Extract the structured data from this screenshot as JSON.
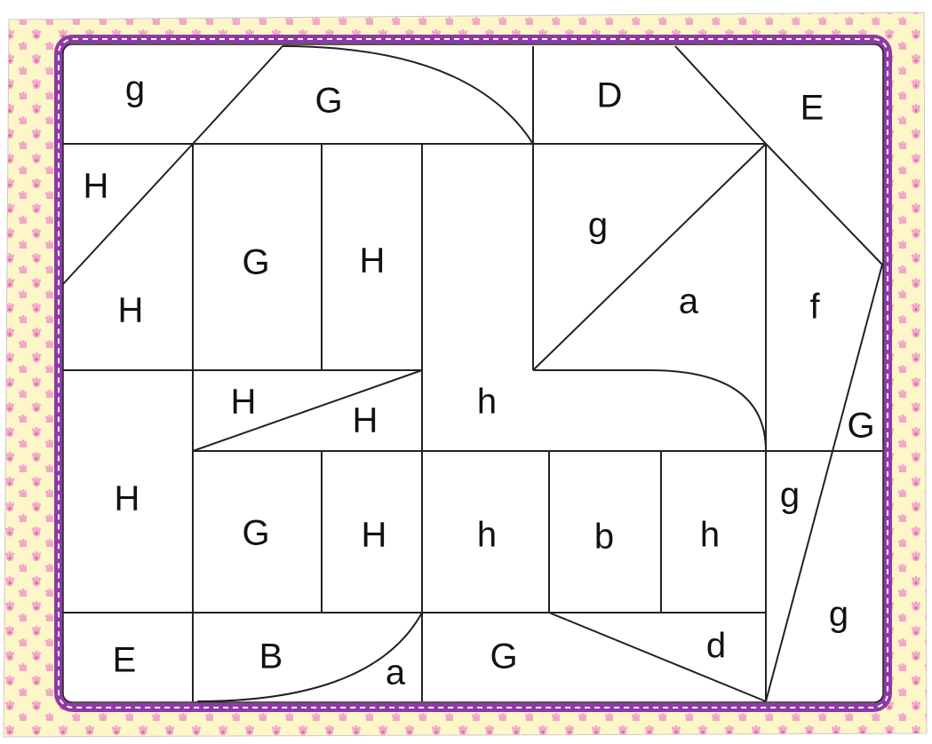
{
  "colors": {
    "background": "#fdf6c8",
    "paw": "#f1a7c7",
    "pawPad": "#d85f97",
    "border": "#8e3aa6",
    "stitch": "#ffffff",
    "line": "#222222",
    "panel": "#ffffff"
  },
  "pattern_icon": "cat-paw-icon",
  "regions": [
    {
      "id": "r1",
      "label": "g"
    },
    {
      "id": "r2",
      "label": "G"
    },
    {
      "id": "r3",
      "label": "D"
    },
    {
      "id": "r4",
      "label": "E"
    },
    {
      "id": "r5",
      "label": "H"
    },
    {
      "id": "r6",
      "label": "H"
    },
    {
      "id": "r7",
      "label": "G"
    },
    {
      "id": "r8",
      "label": "H"
    },
    {
      "id": "r9",
      "label": "g"
    },
    {
      "id": "r10",
      "label": "a"
    },
    {
      "id": "r11",
      "label": "f"
    },
    {
      "id": "r12",
      "label": "H"
    },
    {
      "id": "r13",
      "label": "H"
    },
    {
      "id": "r14",
      "label": "h"
    },
    {
      "id": "r15",
      "label": "G"
    },
    {
      "id": "r16",
      "label": "H"
    },
    {
      "id": "r17",
      "label": "G"
    },
    {
      "id": "r18",
      "label": "H"
    },
    {
      "id": "r19",
      "label": "h"
    },
    {
      "id": "r20",
      "label": "b"
    },
    {
      "id": "r21",
      "label": "h"
    },
    {
      "id": "r22",
      "label": "g"
    },
    {
      "id": "r23",
      "label": "g"
    },
    {
      "id": "r24",
      "label": "E"
    },
    {
      "id": "r25",
      "label": "B"
    },
    {
      "id": "r26",
      "label": "a"
    },
    {
      "id": "r27",
      "label": "G"
    },
    {
      "id": "r28",
      "label": "d"
    }
  ]
}
